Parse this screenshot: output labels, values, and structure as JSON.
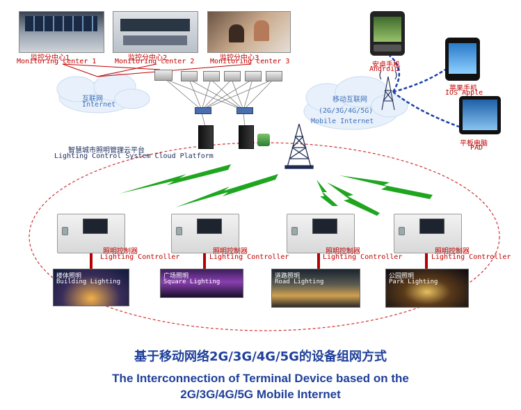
{
  "monitoring_centers": [
    {
      "cn": "监控分中心1",
      "en": "Monitoring center 1"
    },
    {
      "cn": "监控分中心2",
      "en": "Monitoring center 2"
    },
    {
      "cn": "监控分中心3",
      "en": "Monitoring center 3"
    }
  ],
  "internet_cloud": {
    "cn": "互联网",
    "en": "Internet"
  },
  "mobile_cloud": {
    "cn": "移动互联网",
    "gen": "(2G/3G/4G/5G)",
    "en": "Mobile Internet"
  },
  "platform": {
    "cn": "智慧城市照明管理云平台",
    "en": "Lighting Control System Cloud Platform"
  },
  "devices": [
    {
      "cn": "安卓手机",
      "en": "Android"
    },
    {
      "cn": "苹果手机",
      "en": "IOS Apple"
    },
    {
      "cn": "平板电脑",
      "en": "PAD"
    }
  ],
  "controllers": [
    {
      "cn": "照明控制器",
      "en": "Lighting Controller"
    },
    {
      "cn": "照明控制器",
      "en": "Lighting Controller"
    },
    {
      "cn": "照明控制器",
      "en": "Lighting Controller"
    },
    {
      "cn": "照明控制器",
      "en": "Lighting Controller"
    }
  ],
  "scenes": [
    {
      "cn": "楼体照明",
      "en": "Building Lighting"
    },
    {
      "cn": "广场照明",
      "en": "Square Lighting"
    },
    {
      "cn": "道路照明",
      "en": "Road Lighting"
    },
    {
      "cn": "公园照明",
      "en": "Park Lighting"
    }
  ],
  "caption": {
    "cn": "基于移动网络2G/3G/4G/5G的设备组网方式",
    "en_line1": "The Interconnection of Terminal Device based on the",
    "en_line2": "2G/3G/4G/5G Mobile Internet"
  },
  "colors": {
    "label_red": "#c00000",
    "caption_blue": "#1f3f9a",
    "signal_green": "#1fa51f",
    "dashed_red": "#d23030"
  }
}
